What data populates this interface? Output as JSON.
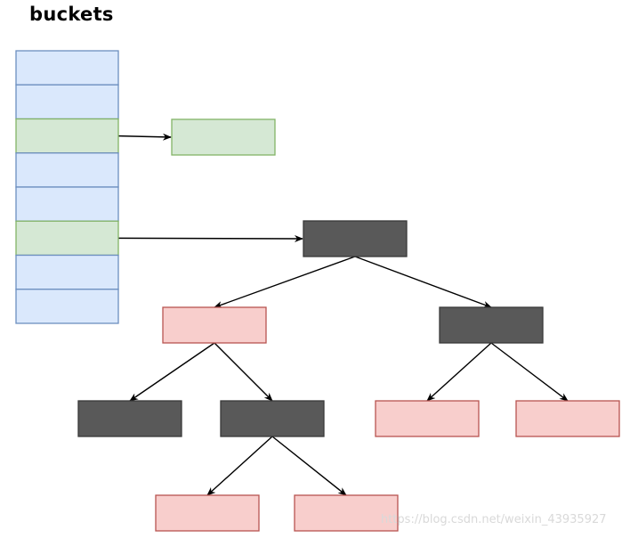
{
  "title": "buckets",
  "watermark": "https://blog.csdn.net/weixin_43935927",
  "colors": {
    "bucket_fill": "#dae8fc",
    "bucket_stroke": "#6c8ebf",
    "highlight_fill": "#d5e8d4",
    "highlight_stroke": "#82b366",
    "red_fill": "#f8cecc",
    "red_stroke": "#b85450",
    "black_fill": "#595959",
    "black_stroke": "#3a3a3a",
    "edge": "#000000"
  },
  "buckets": [
    {
      "state": "empty"
    },
    {
      "state": "empty"
    },
    {
      "state": "linked-node"
    },
    {
      "state": "empty"
    },
    {
      "state": "empty"
    },
    {
      "state": "tree"
    },
    {
      "state": "empty"
    },
    {
      "state": "empty"
    }
  ],
  "nodes": [
    {
      "id": "list-node",
      "kind": "list",
      "color": "green"
    },
    {
      "id": "root",
      "kind": "tree",
      "color": "black"
    },
    {
      "id": "l",
      "kind": "tree",
      "color": "red"
    },
    {
      "id": "r",
      "kind": "tree",
      "color": "black"
    },
    {
      "id": "ll",
      "kind": "tree",
      "color": "black"
    },
    {
      "id": "lr",
      "kind": "tree",
      "color": "black"
    },
    {
      "id": "rl",
      "kind": "tree",
      "color": "red"
    },
    {
      "id": "rr",
      "kind": "tree",
      "color": "red"
    },
    {
      "id": "lrl",
      "kind": "tree",
      "color": "red"
    },
    {
      "id": "lrr",
      "kind": "tree",
      "color": "red"
    }
  ],
  "edges": [
    {
      "from": "bucket-2",
      "to": "list-node"
    },
    {
      "from": "bucket-5",
      "to": "root"
    },
    {
      "from": "root",
      "to": "l"
    },
    {
      "from": "root",
      "to": "r"
    },
    {
      "from": "l",
      "to": "ll"
    },
    {
      "from": "l",
      "to": "lr"
    },
    {
      "from": "r",
      "to": "rl"
    },
    {
      "from": "r",
      "to": "rr"
    },
    {
      "from": "lr",
      "to": "lrl"
    },
    {
      "from": "lr",
      "to": "lrr"
    }
  ]
}
